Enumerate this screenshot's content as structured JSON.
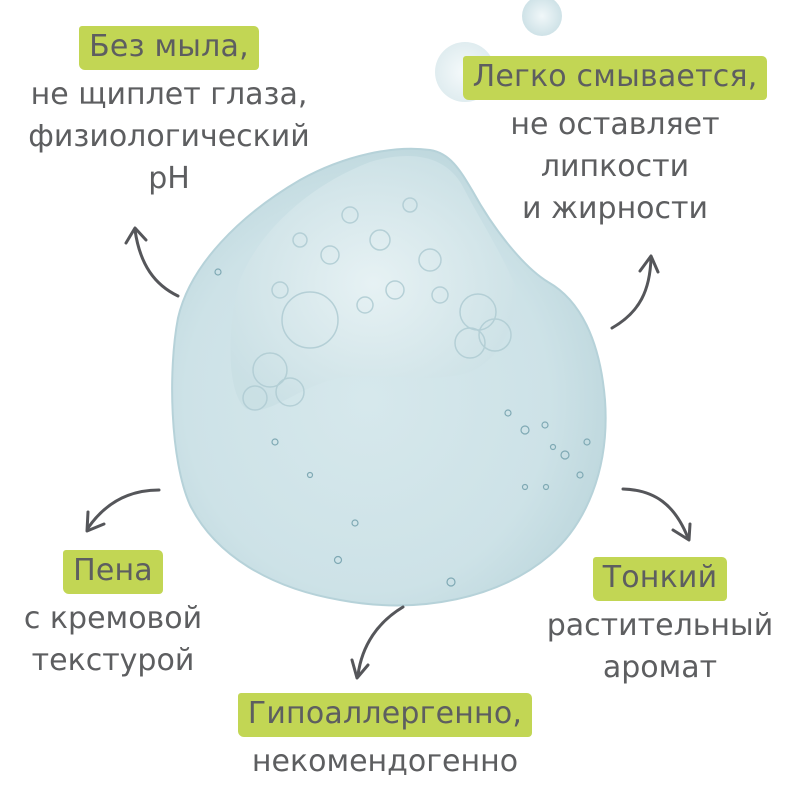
{
  "colors": {
    "highlight": "#c2d654",
    "text": "#5d5e60",
    "gel": "#cfe3e8",
    "gel_edge": "#b9d4db",
    "arrow": "#55565a",
    "background": "#ffffff"
  },
  "features": [
    {
      "id": "soap-free",
      "highlight": "Без мыла,",
      "lines": [
        "не щиплет глаза,",
        "физиологический",
        "pH"
      ]
    },
    {
      "id": "rinses-easily",
      "highlight": "Легко смывается,",
      "lines": [
        "не оставляет",
        "липкости",
        "и жирности"
      ]
    },
    {
      "id": "foam",
      "highlight": "Пена",
      "lines": [
        "с кремовой",
        "текстурой"
      ]
    },
    {
      "id": "aroma",
      "highlight": "Тонкий",
      "lines": [
        "растительный",
        "аромат"
      ]
    },
    {
      "id": "hypoallergenic",
      "highlight": "Гипоаллергенно,",
      "lines": [
        "некомендогенно"
      ]
    }
  ],
  "icons": {
    "center": "gel-drop-image",
    "arrows": [
      "arrow-up-left",
      "arrow-up-right",
      "arrow-down-left",
      "arrow-down-right",
      "arrow-down"
    ]
  }
}
